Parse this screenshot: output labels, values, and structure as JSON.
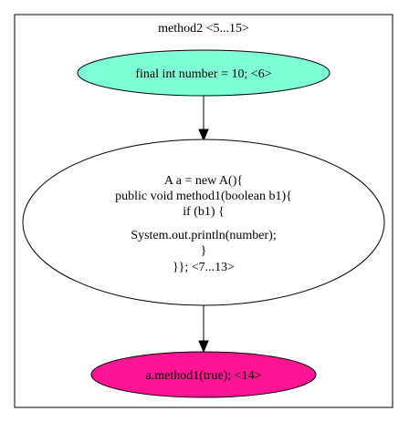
{
  "cluster": {
    "label": "method2 <5...15>"
  },
  "nodes": {
    "decl": {
      "label": "final int number = 10; <6>",
      "fill": "#7fffd4"
    },
    "anon": {
      "lines": [
        "A a = new A(){",
        "public void method1(boolean b1){",
        "if (b1) {",
        "System.out.println(number);",
        "}",
        "}}; <7...13>"
      ],
      "fill": "#ffffff"
    },
    "call": {
      "label": "a.method1(true); <14>",
      "fill": "#ff1493"
    }
  },
  "edges": [
    {
      "from": "decl",
      "to": "anon"
    },
    {
      "from": "anon",
      "to": "call"
    }
  ]
}
